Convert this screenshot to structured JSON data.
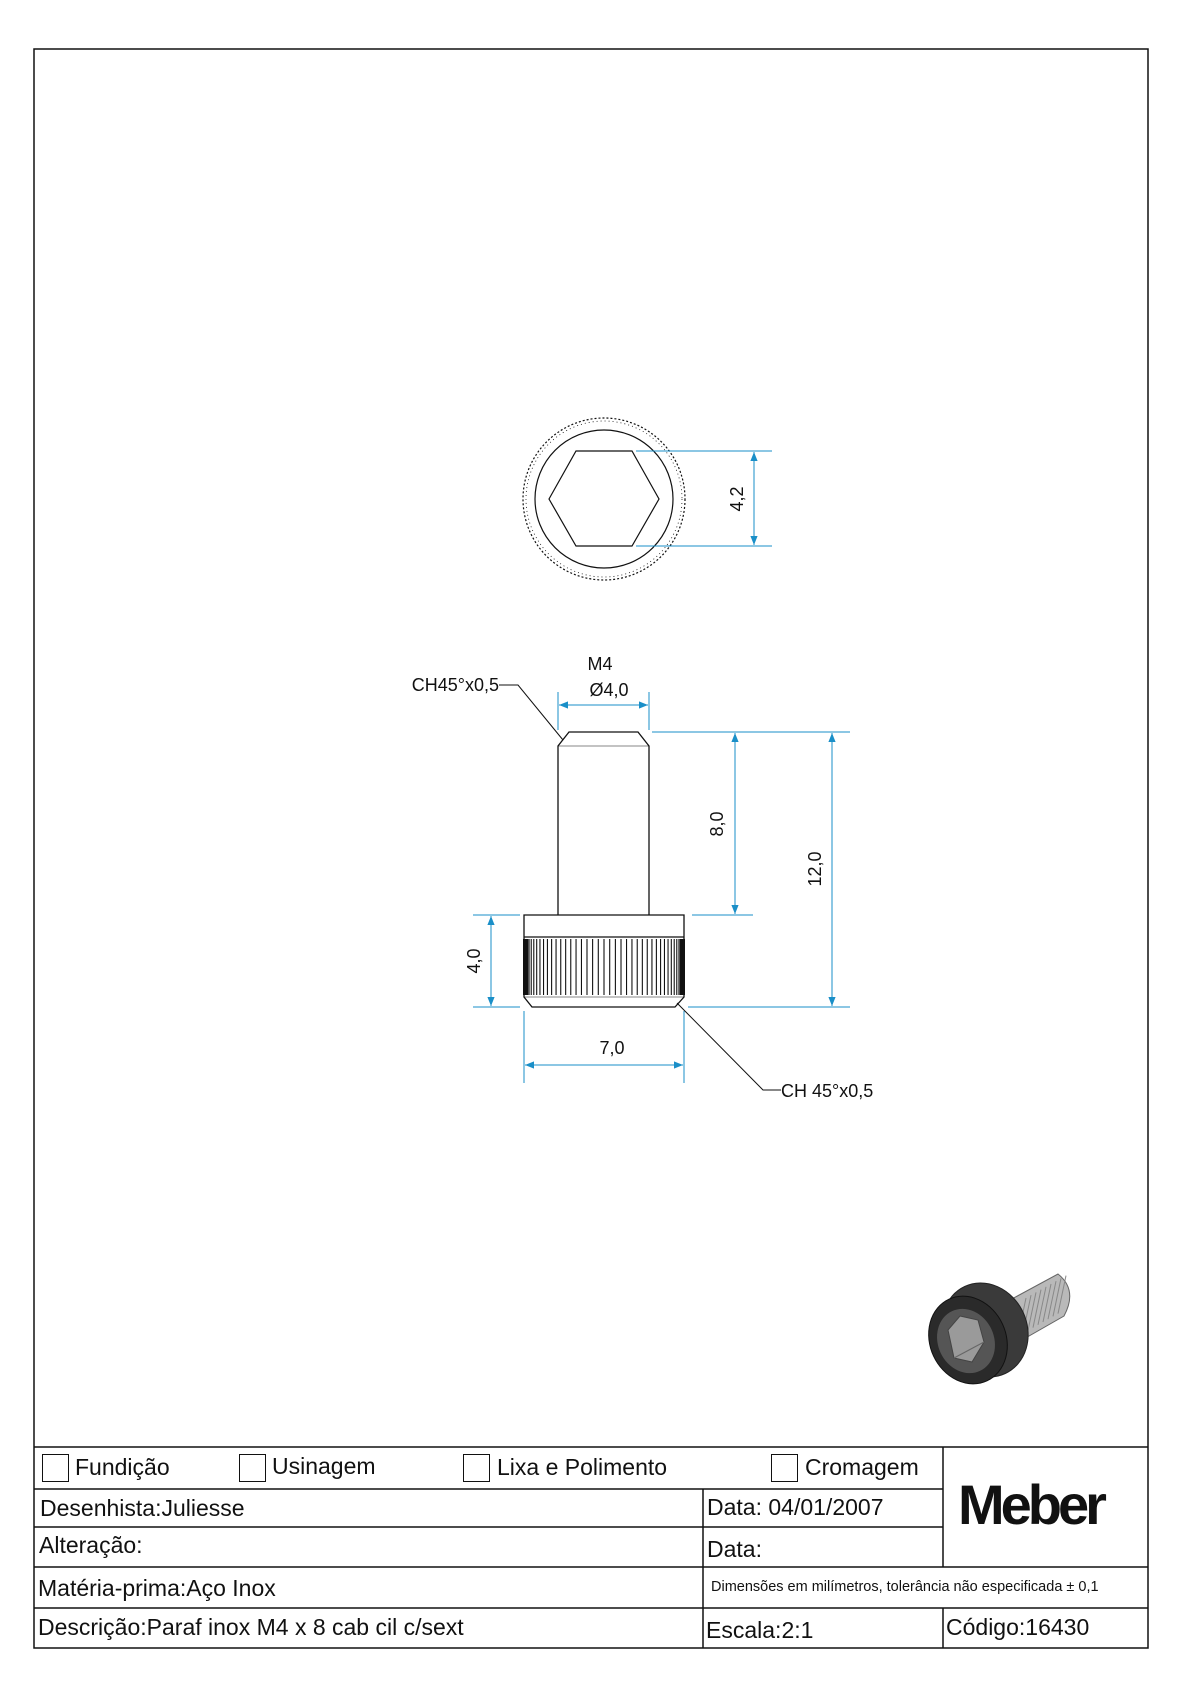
{
  "drawing": {
    "hex_dim": "4,2",
    "thread_label": "M4",
    "diameter_dim": "Ø4,0",
    "top_chamfer": "CH45°x0,5",
    "bottom_chamfer": "CH 45°x0,5",
    "shank_length_dim": "8,0",
    "total_length_dim": "12,0",
    "head_height_dim": "4,0",
    "head_diameter_dim": "7,0",
    "dimension_color": "#1a8fc8"
  },
  "title_block": {
    "processes": [
      "Fundição",
      "Usinagem",
      "Lixa e Polimento",
      "Cromagem"
    ],
    "designer_label": "Desenhista:",
    "designer_value": "Juliesse",
    "date_label": "Data:",
    "date_value": "04/01/2007",
    "revision_label": "Alteração:",
    "revision_date_label": "Data:",
    "material_label": "Matéria-prima:",
    "material_value": "Aço Inox",
    "note": "Dimensões em milímetros, tolerância não especificada ± 0,1",
    "description_label": "Descrição:",
    "description_value": "Paraf inox M4 x 8 cab cil c/sext",
    "scale_label": "Escala:",
    "scale_value": "2:1",
    "code_label": "Código:",
    "code_value": "16430",
    "logo": "Meber"
  }
}
